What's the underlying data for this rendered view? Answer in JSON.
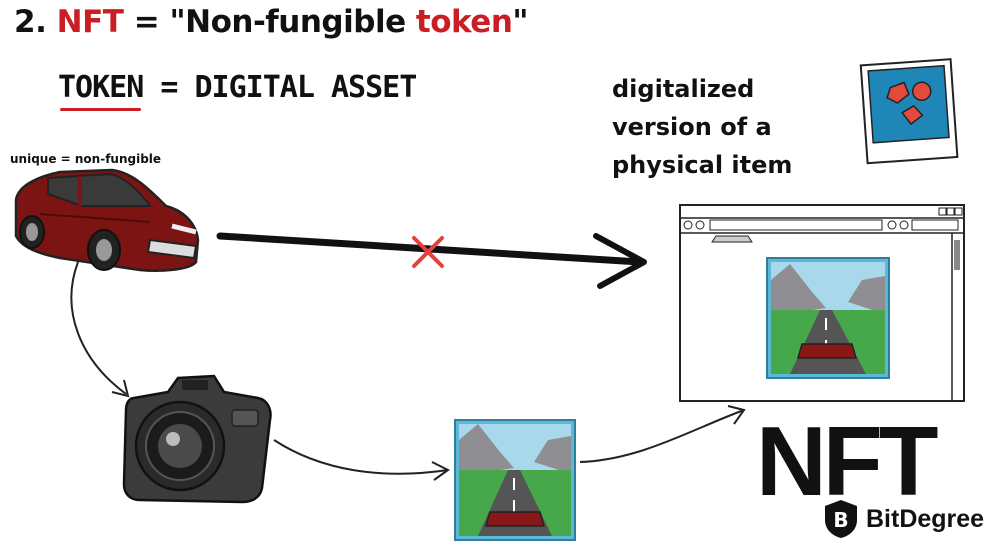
{
  "heading": {
    "prefix": "2. ",
    "nft": "NFT",
    "middle": " = \"Non-fungible ",
    "token": "token",
    "suffix": "\""
  },
  "token_line": {
    "left": "TOKEN",
    "equals": "=",
    "right": "DIGITAL ASSET"
  },
  "physical_caption": "digitalized version of a physical item",
  "unique_label": "unique = non-fungible",
  "nft_label": "NFT",
  "brand": {
    "name": "BitDegree",
    "logo_letter": "B"
  },
  "icons": [
    "car-icon",
    "camera-icon",
    "photo-icon",
    "browser-window-icon",
    "polaroid-icon",
    "cross-icon"
  ],
  "colors": {
    "accent_red": "#c91f24",
    "photo_frame": "#5bb8d6",
    "car_red": "#7d1414"
  }
}
